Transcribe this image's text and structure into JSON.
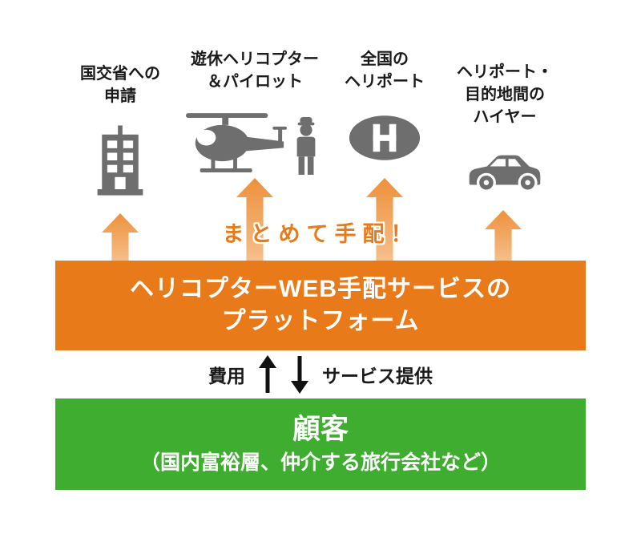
{
  "colors": {
    "orange": "#e87a1a",
    "arrow-top": "#ec913b",
    "arrow-bottom": "#f6c08d",
    "green": "#3fae30",
    "icon-gray": "#6e6e6e",
    "text-dark": "#1a1a1a"
  },
  "suppliers": [
    {
      "icon": "building-icon",
      "lines": [
        "国交省への",
        "申請"
      ]
    },
    {
      "icon": "helicopter-pilot-icon",
      "lines": [
        "遊休ヘリコプター",
        "＆パイロット"
      ]
    },
    {
      "icon": "heliport-icon",
      "lines": [
        "全国の",
        "ヘリポート"
      ]
    },
    {
      "icon": "hire-car-icon",
      "lines": [
        "ヘリポート・",
        "目的地間の",
        "ハイヤー"
      ]
    }
  ],
  "arrange_label": "まとめて手配！",
  "platform": {
    "lines": [
      "ヘリコプターWEB手配サービスの",
      "プラットフォーム"
    ]
  },
  "exchange": {
    "cost_label": "費用",
    "service_label": "サービス提供"
  },
  "customer": {
    "title": "顧客",
    "description": "（国内富裕層、仲介する旅行会社など）"
  }
}
